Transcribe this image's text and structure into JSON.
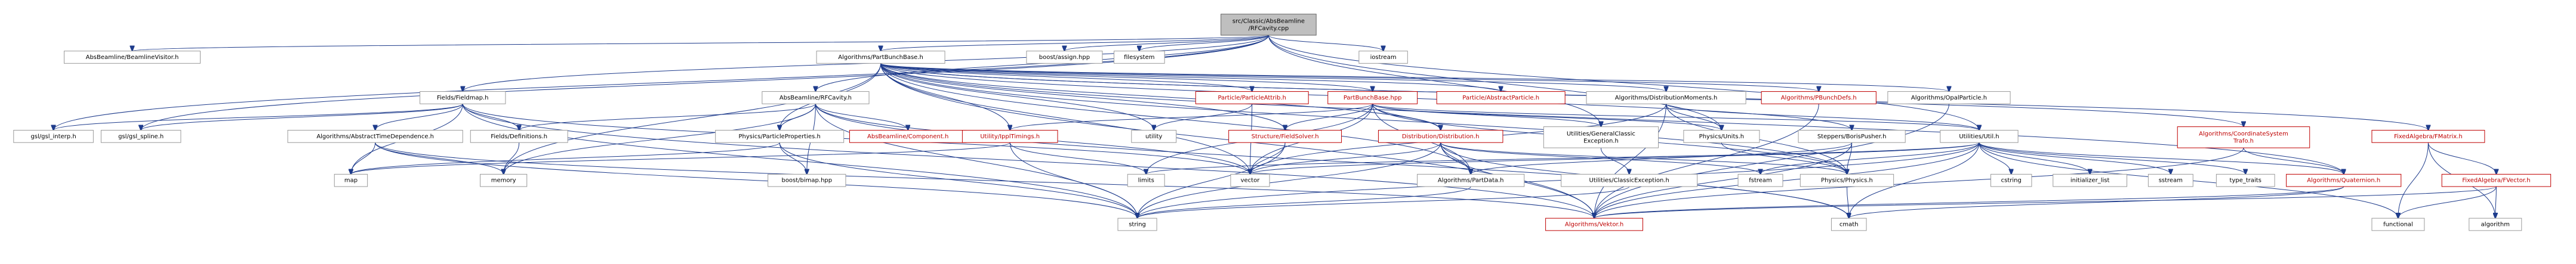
{
  "graph": {
    "title": "",
    "colors": {
      "edge": "#1f3c8c",
      "border": "#9a9a9a",
      "root_fill": "#bfbfbf",
      "missing_link": "#bf0000"
    },
    "nodes": [
      {
        "id": "root",
        "label": "src/Classic/AbsBeamline\n/RFCavity.cpp",
        "kind": "root"
      },
      {
        "id": "visitor",
        "label": "AbsBeamline/BeamlineVisitor.h",
        "kind": "normal"
      },
      {
        "id": "pbb",
        "label": "Algorithms/PartBunchBase.h",
        "kind": "normal"
      },
      {
        "id": "assign",
        "label": "boost/assign.hpp",
        "kind": "normal"
      },
      {
        "id": "filesystem",
        "label": "filesystem",
        "kind": "normal"
      },
      {
        "id": "iostream",
        "label": "iostream",
        "kind": "normal"
      },
      {
        "id": "fieldmap",
        "label": "Fields/Fieldmap.h",
        "kind": "normal"
      },
      {
        "id": "rfcavityh",
        "label": "AbsBeamline/RFCavity.h",
        "kind": "normal"
      },
      {
        "id": "pattrib",
        "label": "Particle/ParticleAttrib.h",
        "kind": "red"
      },
      {
        "id": "pbbase",
        "label": "PartBunchBase.hpp",
        "kind": "red"
      },
      {
        "id": "abspart",
        "label": "Particle/AbstractParticle.h",
        "kind": "red"
      },
      {
        "id": "distmom",
        "label": "Algorithms/DistributionMoments.h",
        "kind": "normal"
      },
      {
        "id": "pbunchdefs",
        "label": "Algorithms/PBunchDefs.h",
        "kind": "red"
      },
      {
        "id": "opalpart",
        "label": "Algorithms/OpalParticle.h",
        "kind": "normal"
      },
      {
        "id": "gslinterp",
        "label": "gsl/gsl_interp.h",
        "kind": "normal"
      },
      {
        "id": "gslspline",
        "label": "gsl/gsl_spline.h",
        "kind": "normal"
      },
      {
        "id": "atd",
        "label": "Algorithms/AbstractTimeDependence.h",
        "kind": "normal"
      },
      {
        "id": "fdefs",
        "label": "Fields/Definitions.h",
        "kind": "normal"
      },
      {
        "id": "physprops",
        "label": "Physics/ParticleProperties.h",
        "kind": "normal"
      },
      {
        "id": "component",
        "label": "AbsBeamline/Component.h",
        "kind": "red"
      },
      {
        "id": "opaltimings",
        "label": "Utility/IpplTimings.h",
        "kind": "red"
      },
      {
        "id": "utility",
        "label": "utility",
        "kind": "normal"
      },
      {
        "id": "sfsolver",
        "label": "Structure/FieldSolver.h",
        "kind": "red"
      },
      {
        "id": "distribution",
        "label": "Distribution/Distribution.h",
        "kind": "red"
      },
      {
        "id": "genexc",
        "label": "Utilities/GeneralClassic\nException.h",
        "kind": "normal"
      },
      {
        "id": "physunits",
        "label": "Physics/Units.h",
        "kind": "normal"
      },
      {
        "id": "steppers",
        "label": "Steppers/BorisPusher.h",
        "kind": "normal"
      },
      {
        "id": "utilh",
        "label": "Utilities/Util.h",
        "kind": "normal"
      },
      {
        "id": "coordsys",
        "label": "Algorithms/CoordinateSystem\nTrafo.h",
        "kind": "red"
      },
      {
        "id": "fmatrix",
        "label": "FixedAlgebra/FMatrix.h",
        "kind": "red"
      },
      {
        "id": "map",
        "label": "map",
        "kind": "normal"
      },
      {
        "id": "memory",
        "label": "memory",
        "kind": "normal"
      },
      {
        "id": "bmap",
        "label": "boost/bimap.hpp",
        "kind": "normal"
      },
      {
        "id": "limits",
        "label": "limits",
        "kind": "normal"
      },
      {
        "id": "vector",
        "label": "vector",
        "kind": "normal"
      },
      {
        "id": "partdata",
        "label": "Algorithms/PartData.h",
        "kind": "normal"
      },
      {
        "id": "cexc",
        "label": "Utilities/ClassicException.h",
        "kind": "normal"
      },
      {
        "id": "fstream",
        "label": "fstream",
        "kind": "normal"
      },
      {
        "id": "physicsh",
        "label": "Physics/Physics.h",
        "kind": "normal"
      },
      {
        "id": "cstring",
        "label": "cstring",
        "kind": "normal"
      },
      {
        "id": "initlist",
        "label": "initializer_list",
        "kind": "normal"
      },
      {
        "id": "sstream",
        "label": "sstream",
        "kind": "normal"
      },
      {
        "id": "typetraits",
        "label": "type_traits",
        "kind": "normal"
      },
      {
        "id": "quaternion",
        "label": "Algorithms/Quaternion.h",
        "kind": "red"
      },
      {
        "id": "fvector",
        "label": "FixedAlgebra/FVector.h",
        "kind": "red"
      },
      {
        "id": "string",
        "label": "string",
        "kind": "normal"
      },
      {
        "id": "vektor",
        "label": "Algorithms/Vektor.h",
        "kind": "red"
      },
      {
        "id": "cmath",
        "label": "cmath",
        "kind": "normal"
      },
      {
        "id": "functional",
        "label": "functional",
        "kind": "normal"
      },
      {
        "id": "algorithm",
        "label": "algorithm",
        "kind": "normal"
      }
    ],
    "edges": [
      [
        "root",
        "visitor"
      ],
      [
        "root",
        "pbb"
      ],
      [
        "root",
        "assign"
      ],
      [
        "root",
        "filesystem"
      ],
      [
        "root",
        "iostream"
      ],
      [
        "root",
        "fieldmap"
      ],
      [
        "root",
        "rfcavityh"
      ],
      [
        "root",
        "gslinterp"
      ],
      [
        "root",
        "gslspline"
      ],
      [
        "root",
        "genexc"
      ],
      [
        "root",
        "physunits"
      ],
      [
        "root",
        "utilh"
      ],
      [
        "pbb",
        "pattrib"
      ],
      [
        "pbb",
        "pbbase"
      ],
      [
        "pbb",
        "abspart"
      ],
      [
        "pbb",
        "distmom"
      ],
      [
        "pbb",
        "pbunchdefs"
      ],
      [
        "pbb",
        "opalpart"
      ],
      [
        "pbb",
        "physprops"
      ],
      [
        "pbb",
        "opaltimings"
      ],
      [
        "pbb",
        "utility"
      ],
      [
        "pbb",
        "sfsolver"
      ],
      [
        "pbb",
        "distribution"
      ],
      [
        "pbb",
        "vector"
      ],
      [
        "pbb",
        "memory"
      ],
      [
        "pbb",
        "fmatrix"
      ],
      [
        "pbb",
        "coordsys"
      ],
      [
        "pbb",
        "quaternion"
      ],
      [
        "pbb",
        "vektor"
      ],
      [
        "pbb",
        "partdata"
      ],
      [
        "pbb",
        "physicsh"
      ],
      [
        "pbb",
        "steppers"
      ],
      [
        "fieldmap",
        "gslinterp"
      ],
      [
        "fieldmap",
        "gslspline"
      ],
      [
        "fieldmap",
        "atd"
      ],
      [
        "fieldmap",
        "fdefs"
      ],
      [
        "fieldmap",
        "map"
      ],
      [
        "fieldmap",
        "string"
      ],
      [
        "fieldmap",
        "vector"
      ],
      [
        "fieldmap",
        "vektor"
      ],
      [
        "rfcavityh",
        "component"
      ],
      [
        "rfcavityh",
        "physprops"
      ],
      [
        "rfcavityh",
        "fdefs"
      ],
      [
        "rfcavityh",
        "bmap"
      ],
      [
        "rfcavityh",
        "memory"
      ],
      [
        "rfcavityh",
        "vector"
      ],
      [
        "rfcavityh",
        "string"
      ],
      [
        "rfcavityh",
        "cmath"
      ],
      [
        "atd",
        "map"
      ],
      [
        "atd",
        "memory"
      ],
      [
        "atd",
        "string"
      ],
      [
        "atd",
        "vektor"
      ],
      [
        "fdefs",
        "memory"
      ],
      [
        "pattrib",
        "vector"
      ],
      [
        "pattrib",
        "utility"
      ],
      [
        "pbbase",
        "opaltimings"
      ],
      [
        "pbbase",
        "sfsolver"
      ],
      [
        "pbbase",
        "distribution"
      ],
      [
        "pbbase",
        "genexc"
      ],
      [
        "pbbase",
        "physicsh"
      ],
      [
        "pbbase",
        "vector"
      ],
      [
        "pbbase",
        "physunits"
      ],
      [
        "pbbase",
        "utilh"
      ],
      [
        "pbbase",
        "partdata"
      ],
      [
        "pbbase",
        "limits"
      ],
      [
        "distmom",
        "vector"
      ],
      [
        "distmom",
        "physicsh"
      ],
      [
        "distmom",
        "physunits"
      ],
      [
        "distmom",
        "utilh"
      ],
      [
        "distmom",
        "vektor"
      ],
      [
        "opalpart",
        "vektor"
      ],
      [
        "pbunchdefs",
        "vektor"
      ],
      [
        "physprops",
        "map"
      ],
      [
        "physprops",
        "string"
      ],
      [
        "physprops",
        "bmap"
      ],
      [
        "opaltimings",
        "map"
      ],
      [
        "opaltimings",
        "string"
      ],
      [
        "opaltimings",
        "limits"
      ],
      [
        "sfsolver",
        "vector"
      ],
      [
        "sfsolver",
        "string"
      ],
      [
        "distribution",
        "partdata"
      ],
      [
        "distribution",
        "vector"
      ],
      [
        "distribution",
        "fstream"
      ],
      [
        "distribution",
        "string"
      ],
      [
        "distribution",
        "vektor"
      ],
      [
        "distribution",
        "cmath"
      ],
      [
        "distribution",
        "physicsh"
      ],
      [
        "genexc",
        "cexc"
      ],
      [
        "cexc",
        "string"
      ],
      [
        "physunits",
        "physicsh"
      ],
      [
        "steppers",
        "physicsh"
      ],
      [
        "steppers",
        "vektor"
      ],
      [
        "steppers",
        "partdata"
      ],
      [
        "utilh",
        "vektor"
      ],
      [
        "utilh",
        "cmath"
      ],
      [
        "utilh",
        "cstring"
      ],
      [
        "utilh",
        "initlist"
      ],
      [
        "utilh",
        "sstream"
      ],
      [
        "utilh",
        "typetraits"
      ],
      [
        "utilh",
        "quaternion"
      ],
      [
        "utilh",
        "fstream"
      ],
      [
        "utilh",
        "limits"
      ],
      [
        "utilh",
        "functional"
      ],
      [
        "utilh",
        "string"
      ],
      [
        "utilh",
        "vector"
      ],
      [
        "coordsys",
        "quaternion"
      ],
      [
        "coordsys",
        "vektor"
      ],
      [
        "quaternion",
        "vektor"
      ],
      [
        "quaternion",
        "cmath"
      ],
      [
        "fmatrix",
        "fvector"
      ],
      [
        "fmatrix",
        "functional"
      ],
      [
        "fmatrix",
        "algorithm"
      ],
      [
        "fvector",
        "vektor"
      ],
      [
        "fvector",
        "algorithm"
      ],
      [
        "fvector",
        "functional"
      ],
      [
        "physicsh",
        "cmath"
      ],
      [
        "partdata",
        "string"
      ]
    ]
  }
}
